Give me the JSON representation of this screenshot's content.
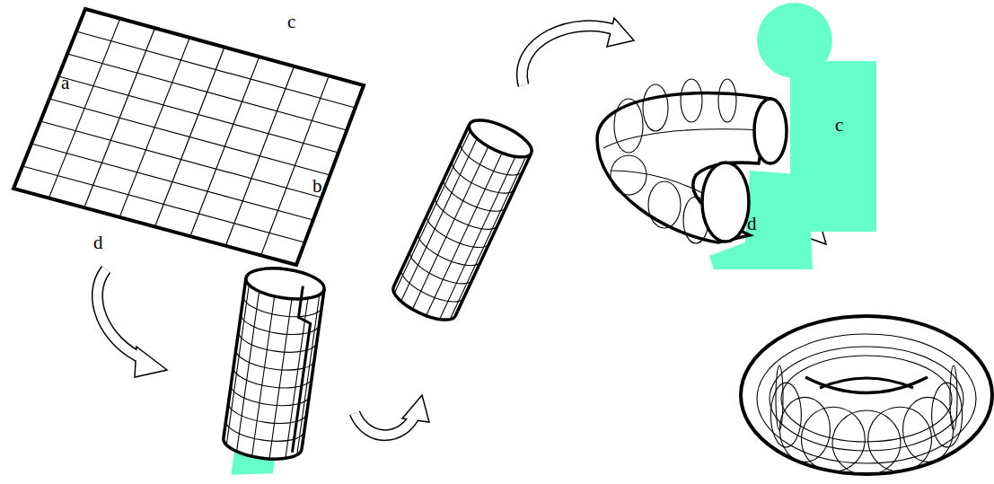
{
  "diagram": {
    "labels": [
      "c",
      "a",
      "b",
      "d",
      "c",
      "d"
    ]
  }
}
